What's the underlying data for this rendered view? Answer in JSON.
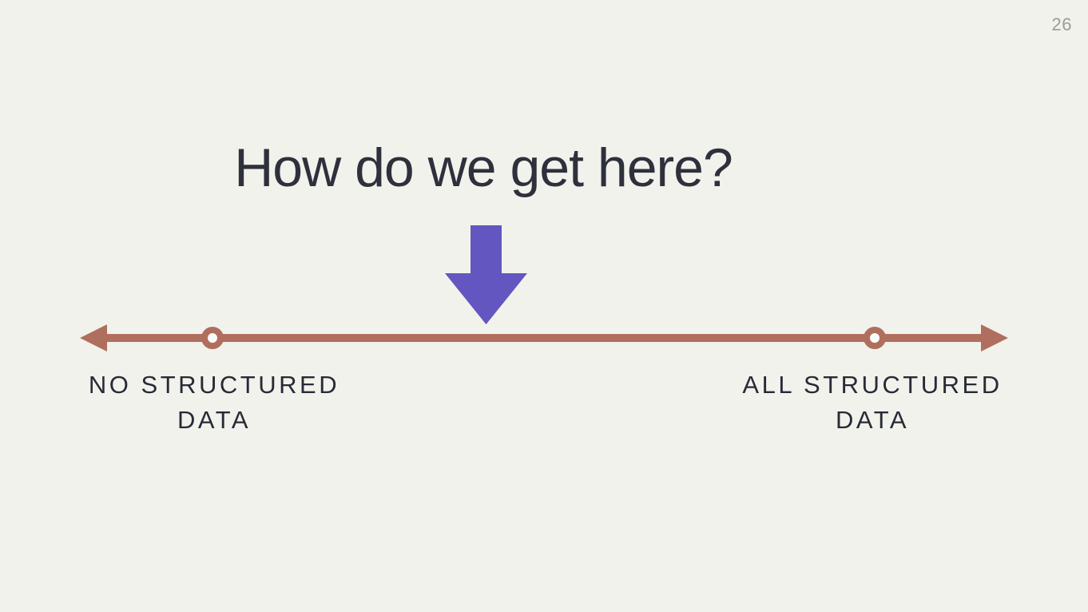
{
  "slide": {
    "page_number": "26",
    "title": "How do we get here?"
  },
  "diagram": {
    "type": "spectrum-axis",
    "pointer_direction": "down",
    "left_endpoint": {
      "line1": "NO STRUCTURED",
      "line2": "DATA"
    },
    "right_endpoint": {
      "line1": "ALL STRUCTURED",
      "line2": "DATA"
    }
  },
  "colors": {
    "background": "#f2f2ec",
    "text": "#2e313c",
    "label_text": "#272b36",
    "page_number": "#9b9b98",
    "arrow_purple": "#6456c0",
    "axis_terracotta": "#b06f5e",
    "marker_hole": "#fcfcfa"
  }
}
